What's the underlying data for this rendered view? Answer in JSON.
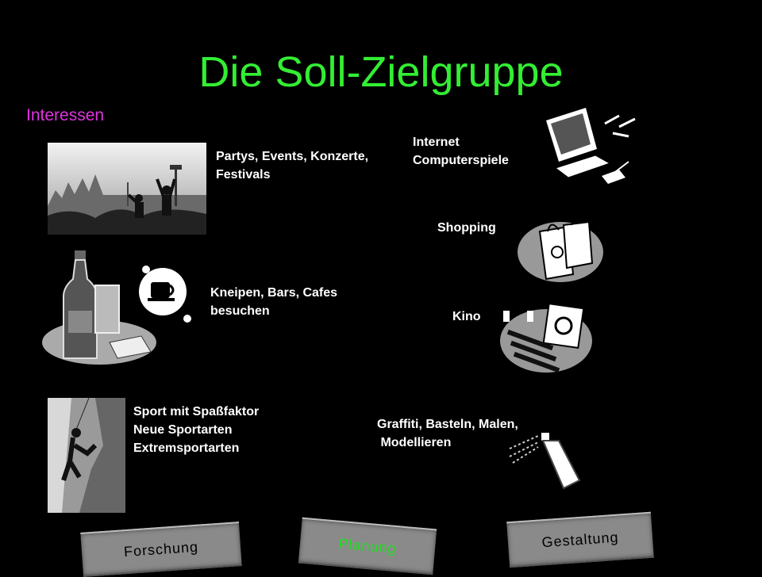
{
  "slide": {
    "title": "Die Soll-Zielgruppe",
    "subtitle": "Interessen"
  },
  "interests": {
    "events": [
      "Partys, Events, Konzerte,",
      "Festivals"
    ],
    "bars": [
      "Kneipen, Bars, Cafes",
      "besuchen"
    ],
    "sport": [
      "Sport mit Spaßfaktor",
      "Neue Sportarten",
      "Extremsportarten"
    ],
    "internet": [
      "Internet",
      "Computerspiele"
    ],
    "shopping": [
      "Shopping"
    ],
    "kino": [
      "Kino"
    ],
    "graffiti": [
      "Graffiti, Basteln, Malen,",
      " Modellieren"
    ]
  },
  "nav": {
    "tabs": [
      {
        "label": "Forschung",
        "color": "#000000"
      },
      {
        "label": "Planung",
        "color": "#22dd22"
      },
      {
        "label": "Gestaltung",
        "color": "#000000"
      }
    ]
  },
  "colors": {
    "title": "#33ee33",
    "subtitle": "#e033e0",
    "active_tab": "#22dd22"
  }
}
